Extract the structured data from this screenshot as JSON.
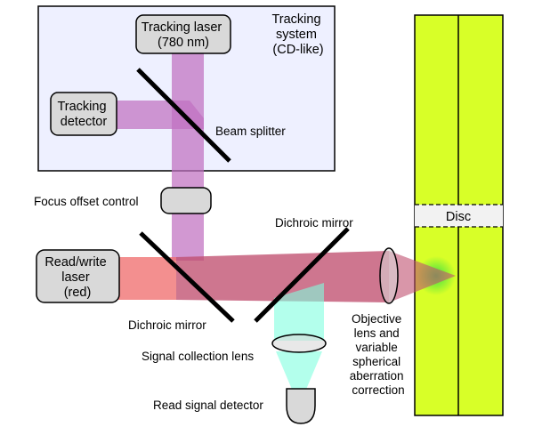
{
  "colors": {
    "tracking_panel_fill": "#eef0ff",
    "tracking_beam": "#c070c0",
    "readwrite_beam": "#f07070",
    "combined_beam": "#c05070",
    "signal_beam": "#80ffe0",
    "disc": "#d8ff28",
    "component_fill": "#d9d9d9",
    "focus_spot": "#40e040"
  },
  "tracking_system": {
    "label": [
      "Tracking",
      "system",
      "(CD-like)"
    ]
  },
  "tracking_laser": {
    "label": [
      "Tracking laser",
      "(780 nm)"
    ]
  },
  "tracking_detector": {
    "label": [
      "Tracking",
      "detector"
    ]
  },
  "beam_splitter": {
    "label": "Beam splitter"
  },
  "focus_offset": {
    "label": "Focus offset control"
  },
  "readwrite_laser": {
    "label": [
      "Read/write",
      "laser",
      "(red)"
    ]
  },
  "dichroic_mirror_left": {
    "label": "Dichroic mirror"
  },
  "dichroic_mirror_right": {
    "label": "Dichroic mirror"
  },
  "objective_lens": {
    "label": [
      "Objective",
      "lens and",
      "variable",
      "spherical",
      "aberration",
      "correction"
    ]
  },
  "signal_lens": {
    "label": "Signal collection lens"
  },
  "read_detector": {
    "label": "Read signal detector"
  },
  "disc": {
    "label": "Disc"
  }
}
